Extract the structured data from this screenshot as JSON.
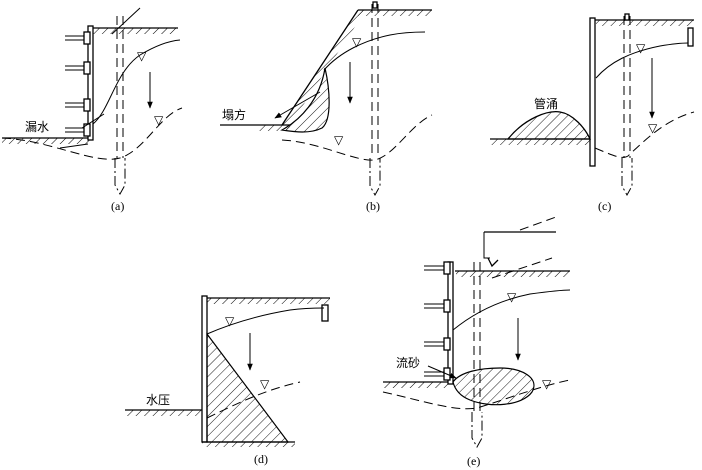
{
  "panels": {
    "a": {
      "caption": "(a)",
      "label": "漏水"
    },
    "b": {
      "caption": "(b)",
      "label": "塌方"
    },
    "c": {
      "caption": "(c)",
      "label": "管涌"
    },
    "d": {
      "caption": "(d)",
      "label": "水压"
    },
    "e": {
      "caption": "(e)",
      "label": "流砂"
    }
  }
}
